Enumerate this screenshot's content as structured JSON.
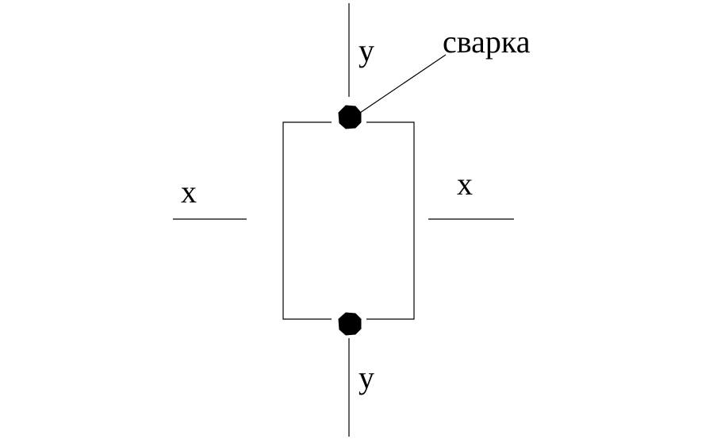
{
  "labels": {
    "y_top": "y",
    "y_bottom": "y",
    "x_left": "x",
    "x_right": "x",
    "weld": "сварка"
  },
  "colors": {
    "stroke": "#000000",
    "background": "#ffffff"
  }
}
